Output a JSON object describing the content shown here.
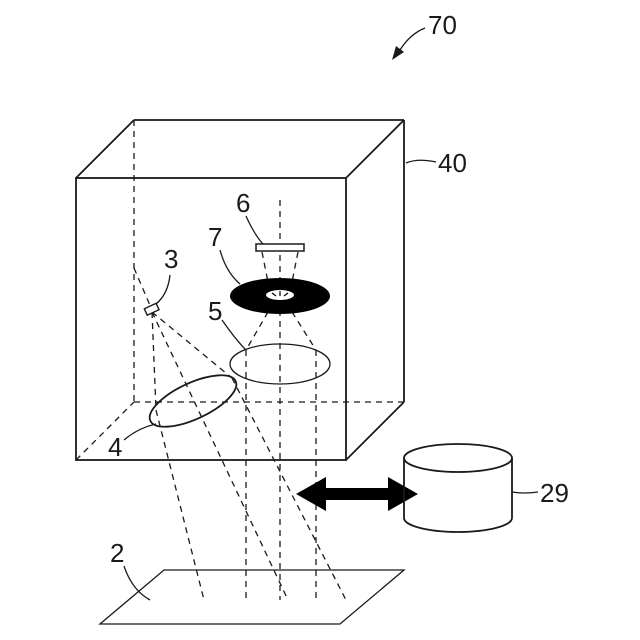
{
  "reference_numerals": {
    "system": "70",
    "housing": "40",
    "surface": "2",
    "camera": "3",
    "lens_left": "4",
    "lens_right": "5",
    "light_source": "6",
    "annular_element": "7",
    "database": "29"
  },
  "colors": {
    "line": "#1a1a1a",
    "background": "#ffffff",
    "fill_dark": "#000000"
  },
  "icons": {
    "double_arrow": "double-headed-arrow-icon",
    "database": "cylinder-database-icon"
  }
}
